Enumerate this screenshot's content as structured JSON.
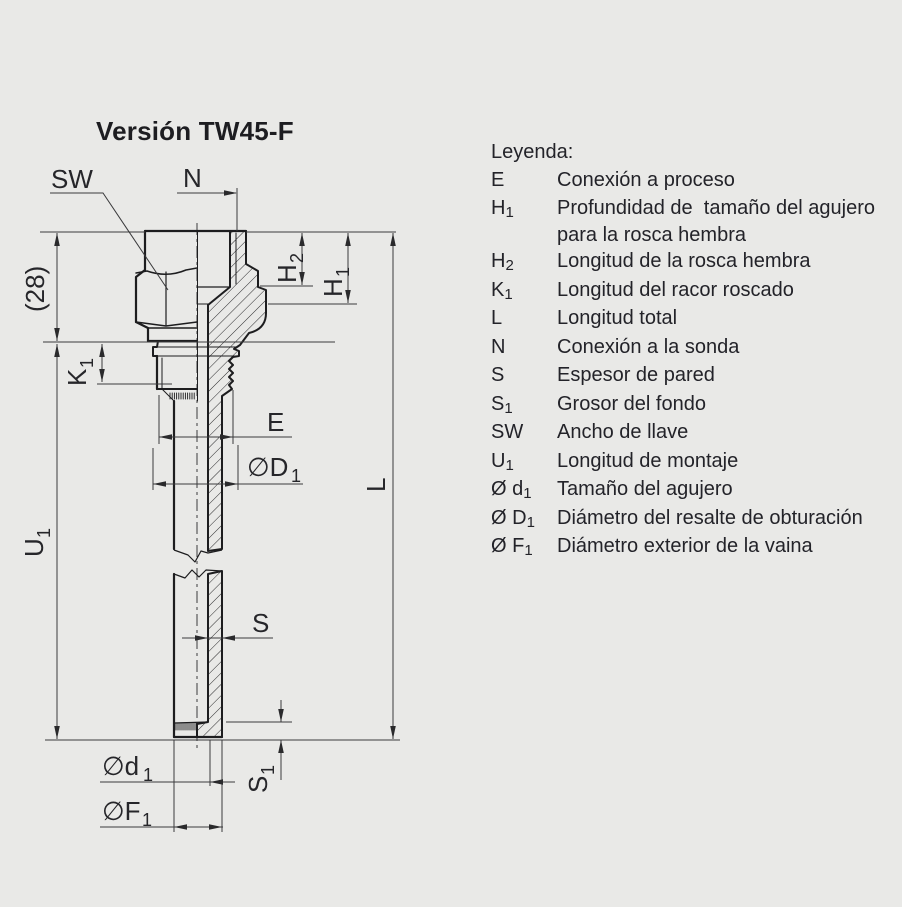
{
  "title": "Versión TW45-F",
  "colors": {
    "background": "#e9e9e7",
    "outline": "#1d1d1f",
    "dimension_line": "#3a3a3c",
    "text": "#232329"
  },
  "drawing": {
    "labels": {
      "sw": {
        "main": "SW"
      },
      "n": {
        "main": "N"
      },
      "dim28": {
        "main": "(28)"
      },
      "h2": {
        "main": "H",
        "sub": "2"
      },
      "h1": {
        "main": "H",
        "sub": "1"
      },
      "k1": {
        "main": "K",
        "sub": "1"
      },
      "u1": {
        "main": "U",
        "sub": "1"
      },
      "l": {
        "main": "L"
      },
      "e": {
        "main": "E"
      },
      "d1_major": {
        "main": "∅D",
        "sub": "1"
      },
      "s": {
        "main": "S"
      },
      "s1": {
        "main": "S",
        "sub": "1"
      },
      "d1_minor": {
        "main": "∅d",
        "sub": "1"
      },
      "f1": {
        "main": "∅F",
        "sub": "1"
      }
    }
  },
  "legend": {
    "heading": "Leyenda:",
    "items": [
      {
        "term": "E",
        "sub": "",
        "desc": "Conexión a proceso"
      },
      {
        "term": "H",
        "sub": "1",
        "desc": "Profundidad de  tamaño del agujero",
        "desc2": "para la rosca hembra"
      },
      {
        "term": "H",
        "sub": "2",
        "desc": "Longitud de la rosca hembra"
      },
      {
        "term": "K",
        "sub": "1",
        "desc": "Longitud del racor roscado"
      },
      {
        "term": "L",
        "sub": "",
        "desc": "Longitud total"
      },
      {
        "term": "N",
        "sub": "",
        "desc": "Conexión a la sonda"
      },
      {
        "term": "S",
        "sub": "",
        "desc": "Espesor de pared"
      },
      {
        "term": "S",
        "sub": "1",
        "desc": "Grosor del fondo"
      },
      {
        "term": "SW",
        "sub": "",
        "desc": "Ancho de llave"
      },
      {
        "term": "U",
        "sub": "1",
        "desc": "Longitud de montaje"
      },
      {
        "term": "Ø d",
        "sub": "1",
        "desc": "Tamaño del agujero"
      },
      {
        "term": "Ø D",
        "sub": "1",
        "desc": "Diámetro del resalte de obturación"
      },
      {
        "term": "Ø F",
        "sub": "1",
        "desc": "Diámetro exterior de la vaina"
      }
    ]
  }
}
